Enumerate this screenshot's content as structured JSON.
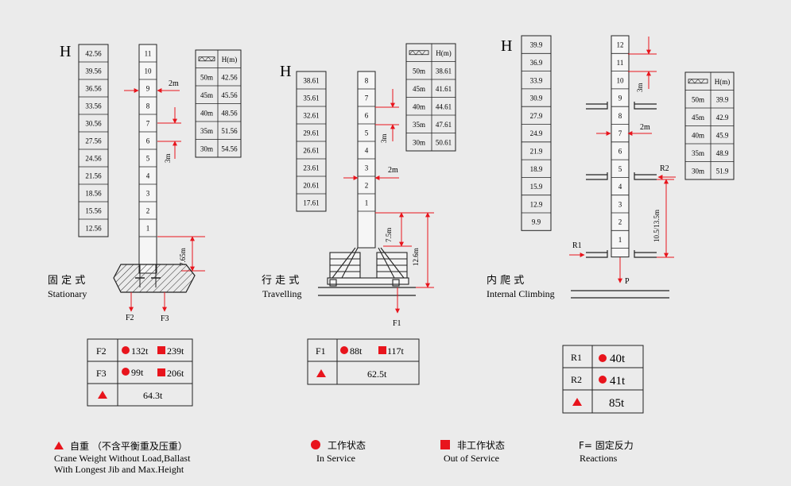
{
  "h_letter": "H",
  "col_h": "H(m)",
  "stationary": {
    "cn": "固 定 式",
    "en": "Stationary",
    "h_scale": [
      "42.56",
      "39.56",
      "36.56",
      "33.56",
      "30.56",
      "27.56",
      "24.56",
      "21.56",
      "18.56",
      "15.56",
      "12.56"
    ],
    "sections": [
      "11",
      "10",
      "9",
      "8",
      "7",
      "6",
      "5",
      "4",
      "3",
      "2",
      "1"
    ],
    "jib": [
      [
        "50m",
        "42.56"
      ],
      [
        "45m",
        "45.56"
      ],
      [
        "40m",
        "48.56"
      ],
      [
        "35m",
        "51.56"
      ],
      [
        "30m",
        "54.56"
      ]
    ],
    "dim_2m": "2m",
    "dim_3m": "3m",
    "dim_base": "7.65m",
    "f2": "F2",
    "f3": "F3",
    "reactions": {
      "f2_label": "F2",
      "f2_in": "132t",
      "f2_out": "239t",
      "f3_label": "F3",
      "f3_in": "99t",
      "f3_out": "206t",
      "weight": "64.3t"
    }
  },
  "travelling": {
    "cn": "行 走 式",
    "en": "Travelling",
    "h_scale": [
      "38.61",
      "35.61",
      "32.61",
      "29.61",
      "26.61",
      "23.61",
      "20.61",
      "17.61"
    ],
    "sections": [
      "8",
      "7",
      "6",
      "5",
      "4",
      "3",
      "2",
      "1"
    ],
    "jib": [
      [
        "50m",
        "38.61"
      ],
      [
        "45m",
        "41.61"
      ],
      [
        "40m",
        "44.61"
      ],
      [
        "35m",
        "47.61"
      ],
      [
        "30m",
        "50.61"
      ]
    ],
    "dim_2m": "2m",
    "dim_3m": "3m",
    "dim_base": "7.5m",
    "dim_total": "12.6m",
    "f1": "F1",
    "reactions": {
      "f1_label": "F1",
      "f1_in": "88t",
      "f1_out": "117t",
      "weight": "62.5t"
    }
  },
  "climbing": {
    "cn": "内 爬 式",
    "en": "Internal Climbing",
    "h_scale": [
      "39.9",
      "36.9",
      "33.9",
      "30.9",
      "27.9",
      "24.9",
      "21.9",
      "18.9",
      "15.9",
      "12.9",
      "9.9"
    ],
    "sections": [
      "12",
      "11",
      "10",
      "9",
      "8",
      "7",
      "6",
      "5",
      "4",
      "3",
      "2",
      "1"
    ],
    "jib": [
      [
        "50m",
        "39.9"
      ],
      [
        "45m",
        "42.9"
      ],
      [
        "40m",
        "45.9"
      ],
      [
        "35m",
        "48.9"
      ],
      [
        "30m",
        "51.9"
      ]
    ],
    "dim_2m": "2m",
    "dim_3m": "3m",
    "dim_span": "10.5/13.5m",
    "r1": "R1",
    "r2": "R2",
    "p": "P",
    "reactions": {
      "r1_label": "R1",
      "r1_val": "40t",
      "r2_label": "R2",
      "r2_val": "41t",
      "weight": "85t"
    }
  },
  "legend": {
    "weight_cn": "自重 （不含平衡重及压重）",
    "weight_en1": "Crane Weight Without Load,Ballast",
    "weight_en2": "With Longest Jib and Max.Height",
    "in_cn": "工作状态",
    "in_en": "In Service",
    "out_cn": "非工作状态",
    "out_en": "Out of Service",
    "f_cn": "F=  固定反力",
    "f_en": "Reactions"
  },
  "colors": {
    "accent": "#e8141c",
    "line": "#1a1a1a",
    "bg": "#ebebeb"
  }
}
